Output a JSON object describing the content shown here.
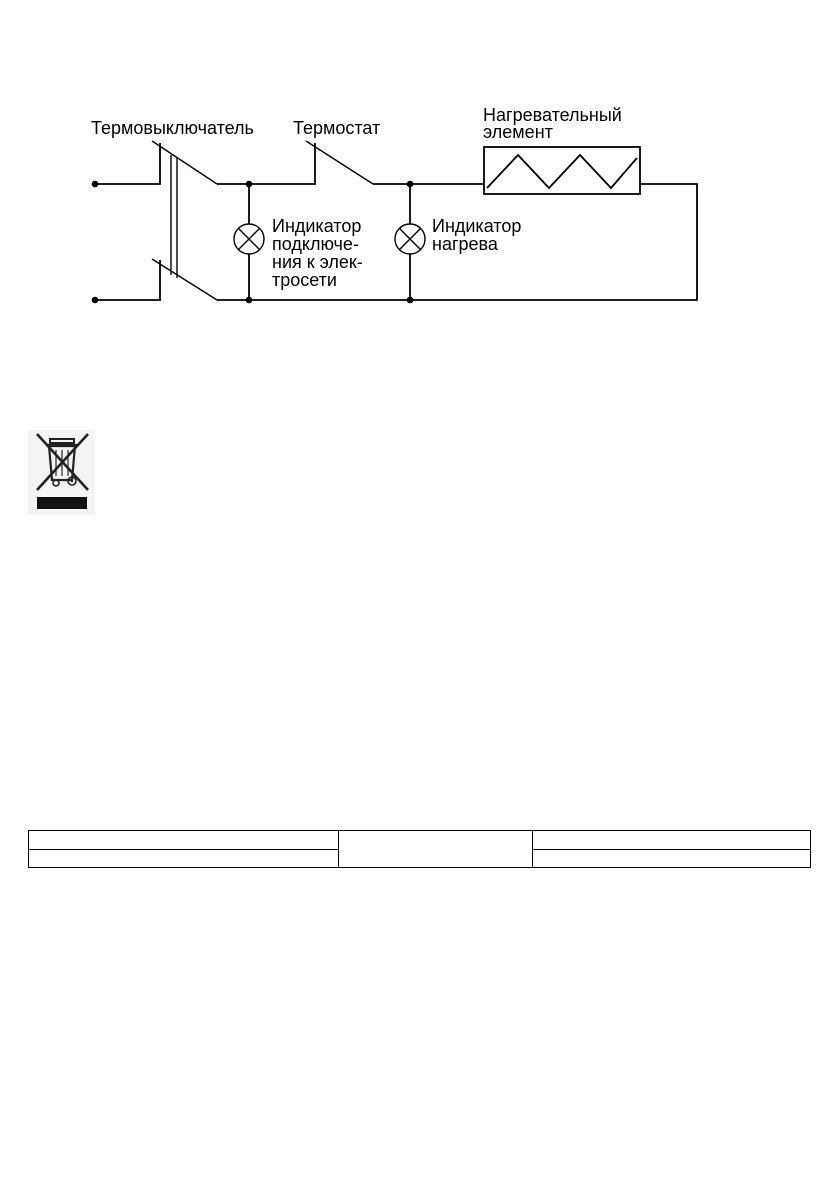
{
  "diagram": {
    "labels": {
      "thermal_switch": "Термовыключатель",
      "thermostat": "Термостат",
      "heating_element_line1": "Нагревательный",
      "heating_element_line2": "элемент",
      "power_indicator_line1": "Индикатор",
      "power_indicator_line2": "подключе-",
      "power_indicator_line3": "ния к элек-",
      "power_indicator_line4": "тросети",
      "heat_indicator_line1": "Индикатор",
      "heat_indicator_line2": "нагрева"
    }
  },
  "icons": {
    "recycling": "crossed-out-wheelie-bin-icon"
  },
  "table": {
    "rows": [
      [
        "",
        "",
        ""
      ],
      [
        "",
        "",
        ""
      ]
    ]
  }
}
